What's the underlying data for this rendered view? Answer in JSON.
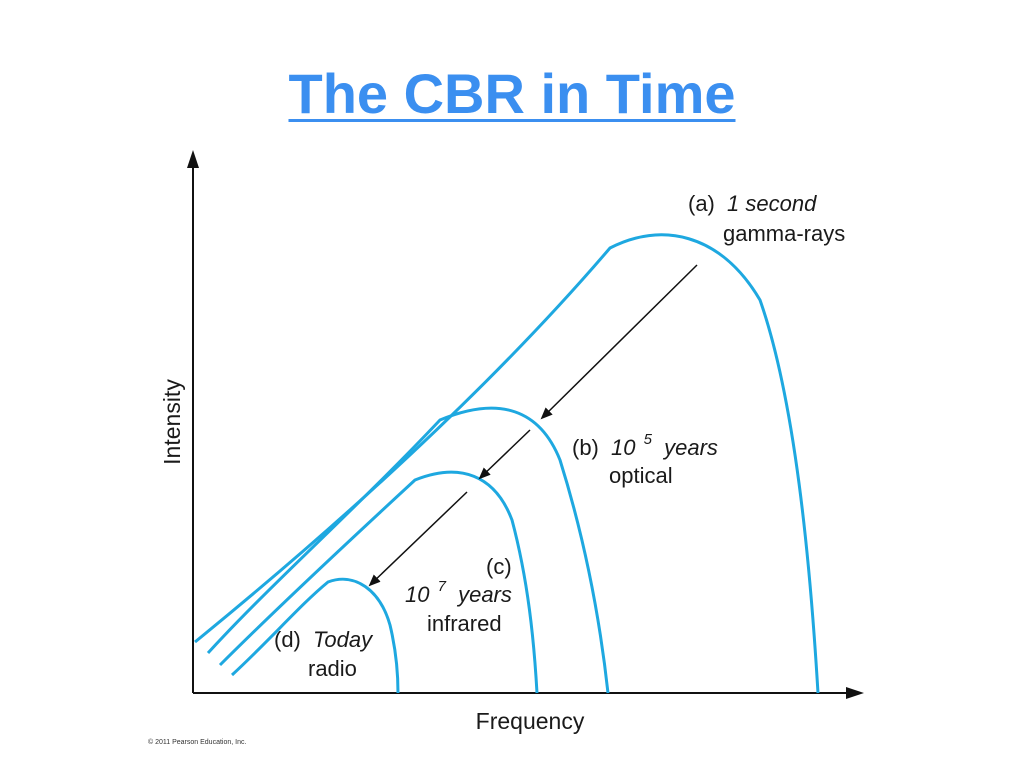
{
  "title": "The CBR in Time",
  "axes": {
    "x_label": "Frequency",
    "y_label": "Intensity"
  },
  "curves": [
    {
      "id": "a",
      "tag": "(a)",
      "time": "1 second",
      "band": "gamma-rays",
      "color": "#1ea8e0"
    },
    {
      "id": "b",
      "tag": "(b)",
      "time_base": "10",
      "time_exp": "5",
      "time_unit": "years",
      "band": "optical",
      "color": "#1ea8e0"
    },
    {
      "id": "c",
      "tag": "(c)",
      "time_base": "10",
      "time_exp": "7",
      "time_unit": "years",
      "band": "infrared",
      "color": "#1ea8e0"
    },
    {
      "id": "d",
      "tag": "(d)",
      "time": "Today",
      "band": "radio",
      "color": "#1ea8e0"
    }
  ],
  "copyright": "© 2011 Pearson Education, Inc."
}
